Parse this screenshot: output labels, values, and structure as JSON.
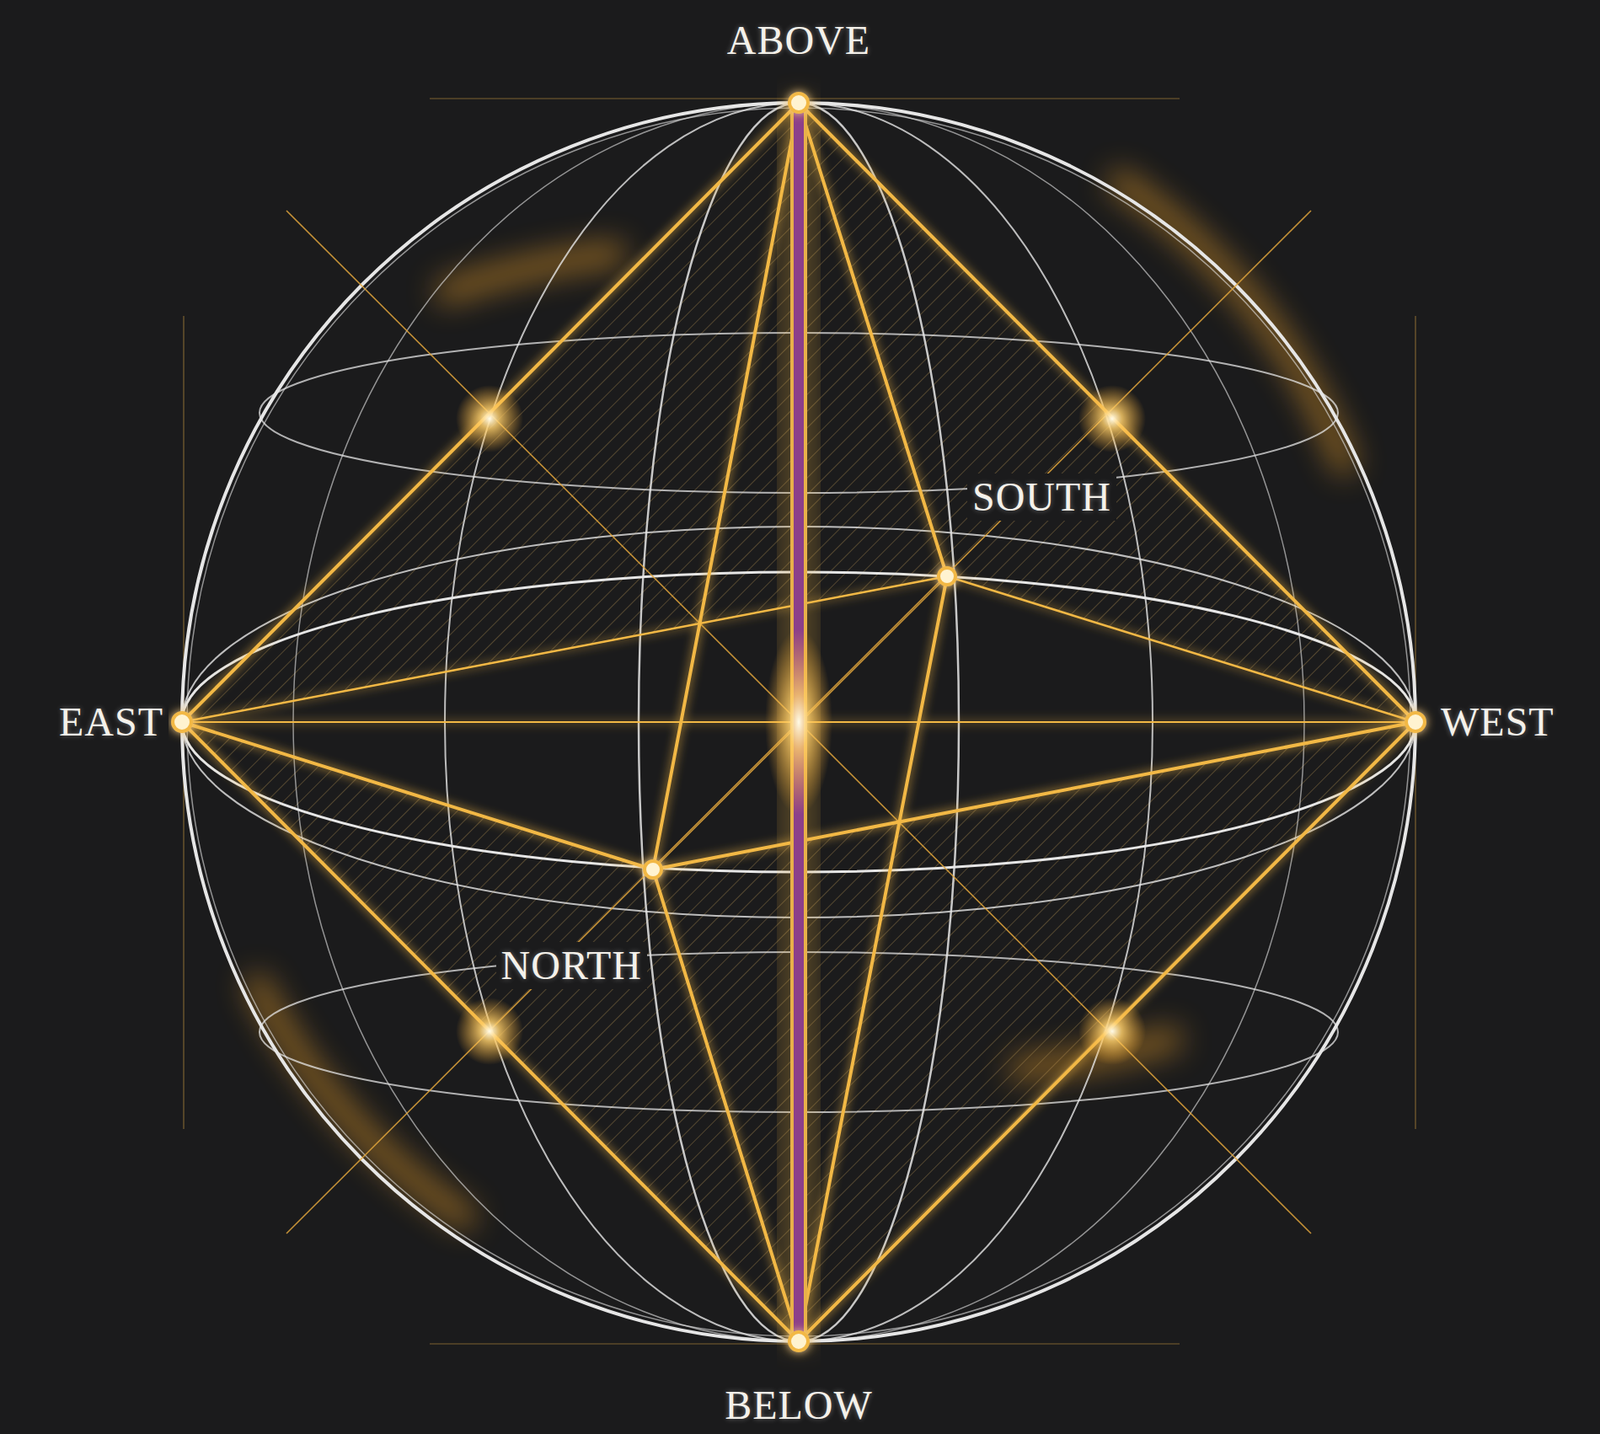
{
  "diagram": {
    "labels": [
      "ABOVE",
      "SOUTH",
      "EAST",
      "WEST",
      "NORTH",
      "BELOW"
    ]
  }
}
